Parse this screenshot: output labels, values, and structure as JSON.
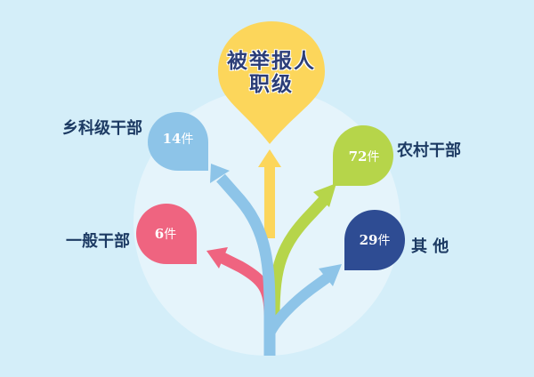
{
  "title": {
    "line1": "被举报人",
    "line2": "职级"
  },
  "categories": [
    {
      "name": "乡科级干部",
      "count": "14",
      "unit": "件",
      "color": "#8dc4e8"
    },
    {
      "name": "农村干部",
      "count": "72",
      "unit": "件",
      "color": "#b6d54a"
    },
    {
      "name": "一般干部",
      "count": "6",
      "unit": "件",
      "color": "#ef6480"
    },
    {
      "name": "其  他",
      "count": "29",
      "unit": "件",
      "color": "#2e4c93"
    }
  ],
  "colors": {
    "background": "#d4eef9",
    "circle": "#e5f4fb",
    "title_pin": "#fcd65b",
    "trunk": "#8dc4e8",
    "title_arrow": "#fcd65b"
  }
}
